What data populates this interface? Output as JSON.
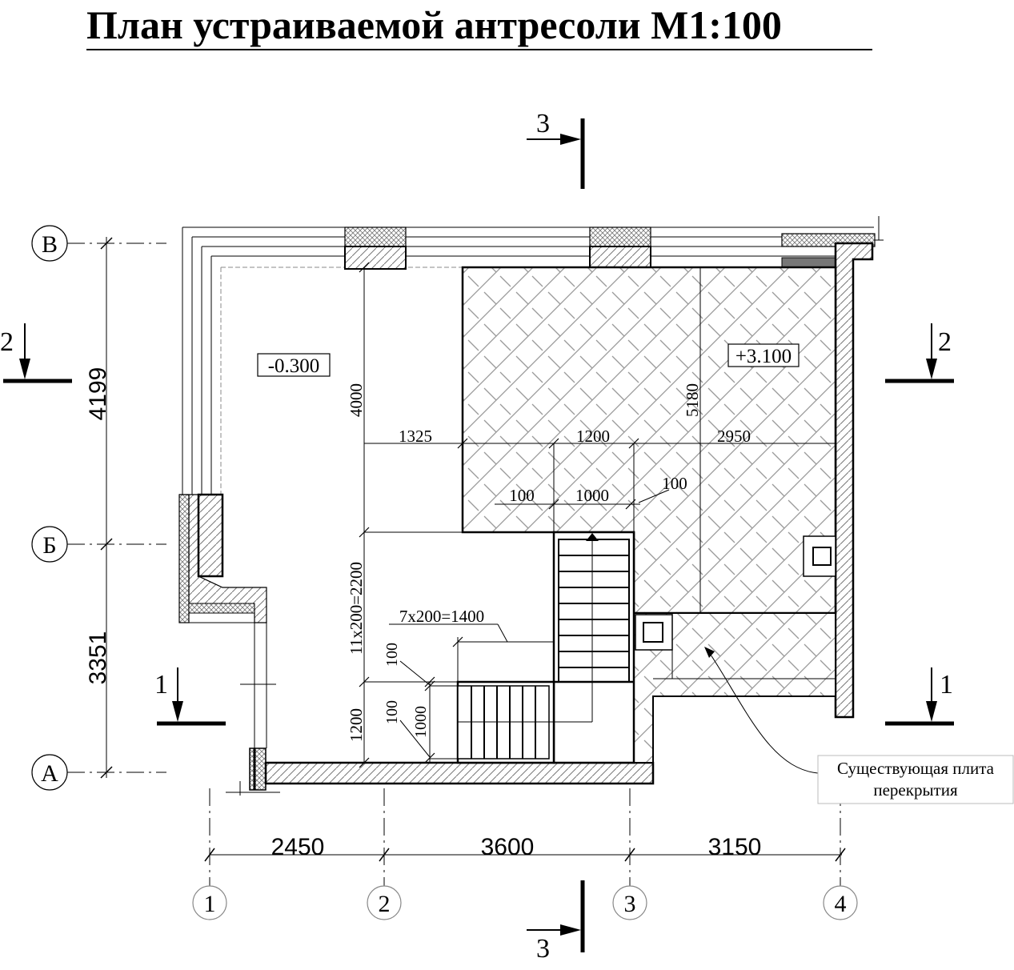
{
  "title": "План устраиваемой антресоли М1:100",
  "section_marks": {
    "section_1": "1",
    "section_2": "2",
    "section_3": "3"
  },
  "grid_axes": {
    "rows": [
      "В",
      "Б",
      "А"
    ],
    "columns": [
      "1",
      "2",
      "3",
      "4"
    ]
  },
  "dimensions": {
    "row_spacing": [
      "4199",
      "3351"
    ],
    "column_spacing": [
      "2450",
      "3600",
      "3150"
    ],
    "height_4000": "4000",
    "stairs_run": "11х200=2200",
    "landing_1200": "1200",
    "left_offset": "1325",
    "stair_width_total": "1200",
    "right_offset": "2950",
    "mezz_depth": "5180",
    "gap_left": "100",
    "flight_width": "1000",
    "gap_right": "100",
    "lower_run": "7х200=1400",
    "lower_gap_top": "100",
    "lower_gap_bottom": "100",
    "lower_flight": "1000"
  },
  "levels": {
    "floor": "-0.300",
    "mezzanine": "+3.100"
  },
  "callout": {
    "line1": "Существующая плита",
    "line2": "перекрытия"
  }
}
